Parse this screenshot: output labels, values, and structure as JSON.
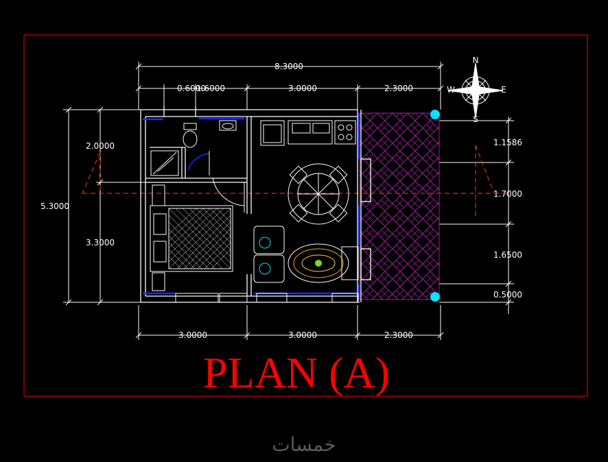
{
  "title": "PLAN (A)",
  "watermark": "خمسات",
  "colors": {
    "background": "#000000",
    "frame": "#ff0000",
    "title": "#ff0000",
    "wall": "#ffffff",
    "window": "#1a2cff",
    "dimension": "#ffffff",
    "axis_dash": "#ff4400",
    "patio_hatch": "#a020a0",
    "column_marker": "#00e5ff"
  },
  "dimensions": {
    "top_total": "8.3000",
    "top_segments": [
      "0.6000",
      "1.6000",
      "3.0000",
      "2.3000"
    ],
    "bottom_segments": [
      "3.0000",
      "3.0000",
      "2.3000"
    ],
    "left_total": "5.3000",
    "left_segments": [
      "2.0000",
      "3.3000"
    ],
    "right_segments": [
      "1.1586",
      "1.7000",
      "1.6500",
      "0.5000"
    ]
  },
  "compass": {
    "north": "N",
    "south": "S",
    "east": "E",
    "west": "W"
  },
  "rooms": [
    "bathroom",
    "bedroom",
    "kitchen",
    "dining",
    "living",
    "patio"
  ]
}
